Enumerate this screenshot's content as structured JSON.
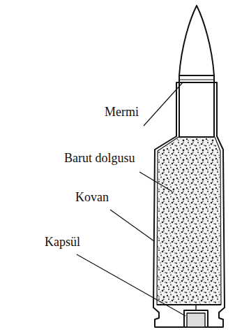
{
  "diagram": {
    "labels": [
      "Mermi",
      "Barut dolgusu",
      "Kovan",
      "Kapsül"
    ]
  }
}
